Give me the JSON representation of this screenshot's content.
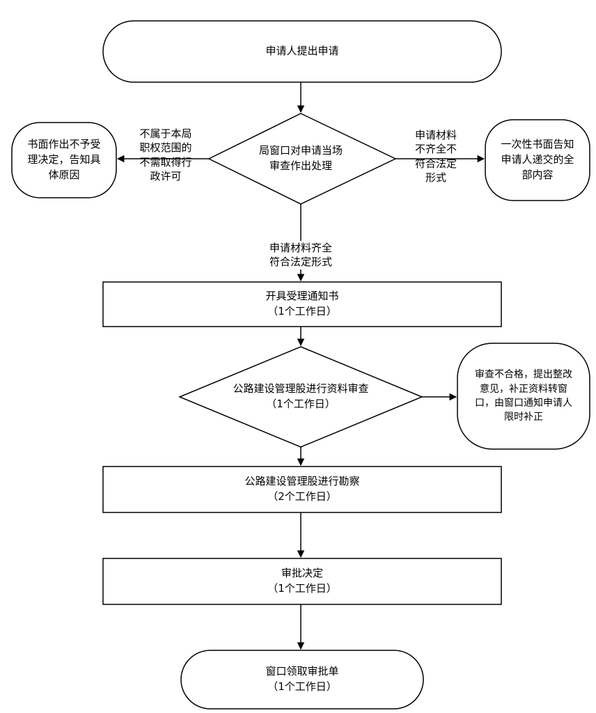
{
  "nodes": {
    "start": [
      "申请人提出申请"
    ],
    "review": [
      "局窗口对申请当场",
      "审查作出处理"
    ],
    "reject": [
      "书面作出不予受",
      "理决定，告知具",
      "体原因"
    ],
    "notify": [
      "一次性书面告知",
      "申请人递交的全",
      "部内容"
    ],
    "accept": [
      "开具受理通知书",
      "（1个工作日）"
    ],
    "material_review": [
      "公路建设管理股进行资料审查",
      "（1个工作日）"
    ],
    "correction": [
      "审查不合格，提出整改",
      "意见，补正资料转窗",
      "口，由窗口通知申请人",
      "限时补正"
    ],
    "survey": [
      "公路建设管理股进行勘察",
      "（2个工作日）"
    ],
    "approve": [
      "审批决定",
      "（1个工作日）"
    ],
    "collect": [
      "窗口领取审批单",
      "（1个工作日）"
    ]
  },
  "edge_labels": {
    "not_in_scope": [
      "不属于本局",
      "职权范围的",
      "不需取得行",
      "政许可"
    ],
    "incomplete": [
      "申请材料",
      "不齐全不",
      "符合法定",
      "形式"
    ],
    "complete": [
      "申请材料齐全",
      "符合法定形式"
    ]
  }
}
